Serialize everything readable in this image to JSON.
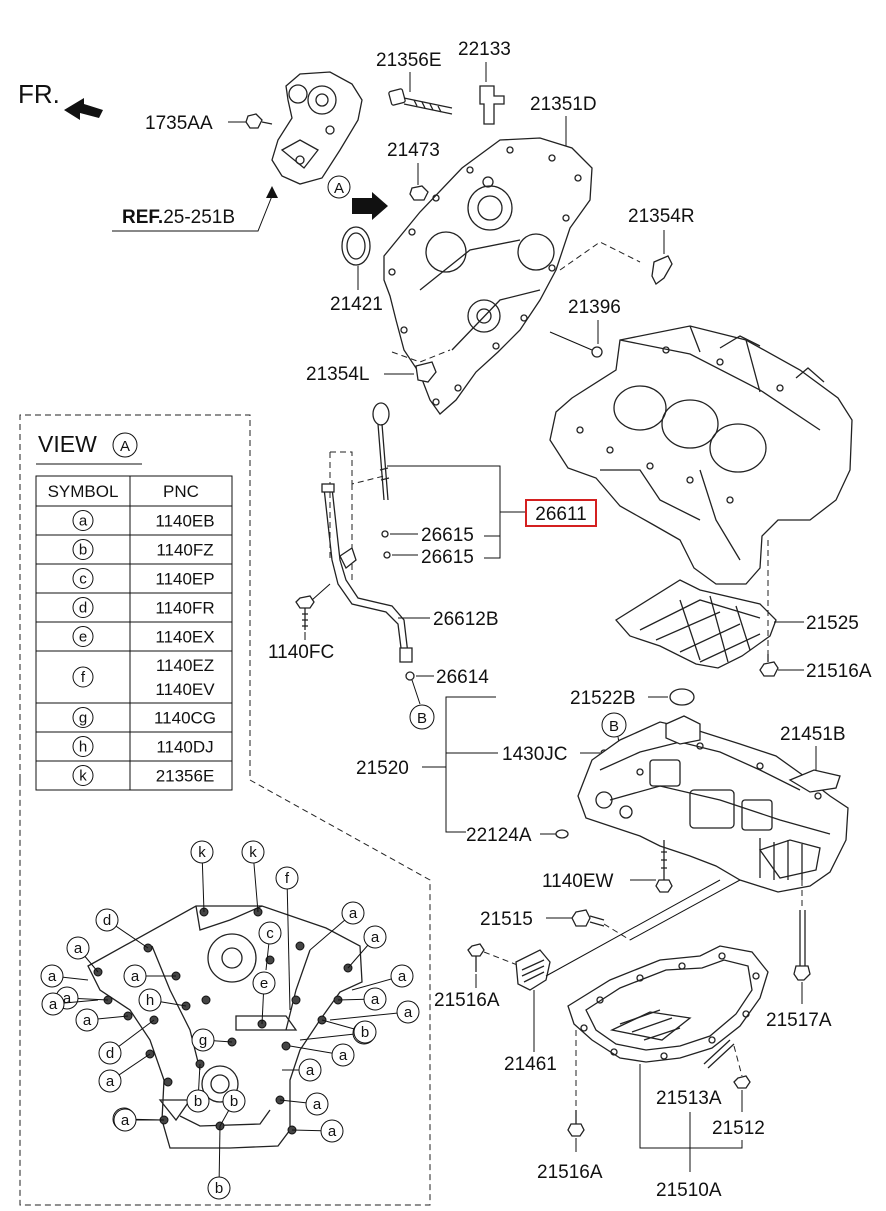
{
  "header": {
    "front_label": "FR.",
    "ref_prefix": "REF.",
    "ref_code": "25-251B",
    "view_marker": "A"
  },
  "labels": {
    "p21356E": "21356E",
    "p22133": "22133",
    "p21351D": "21351D",
    "p1735AA": "1735AA",
    "p21473": "21473",
    "p21354R": "21354R",
    "p21421": "21421",
    "p21396": "21396",
    "p21354L": "21354L",
    "p26611": "26611",
    "p26615a": "26615",
    "p26615b": "26615",
    "p26612B": "26612B",
    "p1140FC": "1140FC",
    "p26614": "26614",
    "p21525": "21525",
    "p21516A_top": "21516A",
    "p21522B": "21522B",
    "p1430JC": "1430JC",
    "p21520": "21520",
    "p21451B": "21451B",
    "p22124A": "22124A",
    "p1140EW": "1140EW",
    "p21515": "21515",
    "p21516A_mid": "21516A",
    "p21461": "21461",
    "p21517A": "21517A",
    "p21513A": "21513A",
    "p21512": "21512",
    "p21516A_bot": "21516A",
    "p21510A": "21510A",
    "b_marker_1": "B",
    "b_marker_2": "B"
  },
  "view_table": {
    "title": "VIEW",
    "title_marker": "A",
    "headers": [
      "SYMBOL",
      "PNC"
    ],
    "rows": [
      {
        "symbol": "a",
        "pnc": [
          "1140EB"
        ]
      },
      {
        "symbol": "b",
        "pnc": [
          "1140FZ"
        ]
      },
      {
        "symbol": "c",
        "pnc": [
          "1140EP"
        ]
      },
      {
        "symbol": "d",
        "pnc": [
          "1140FR"
        ]
      },
      {
        "symbol": "e",
        "pnc": [
          "1140EX"
        ]
      },
      {
        "symbol": "f",
        "pnc": [
          "1140EZ",
          "1140EV"
        ]
      },
      {
        "symbol": "g",
        "pnc": [
          "1140CG"
        ]
      },
      {
        "symbol": "h",
        "pnc": [
          "1140DJ"
        ]
      },
      {
        "symbol": "k",
        "pnc": [
          "21356E"
        ]
      }
    ]
  },
  "view_callouts": [
    "k",
    "k",
    "f",
    "d",
    "a",
    "a",
    "c",
    "a",
    "a",
    "a",
    "a",
    "a",
    "a",
    "e",
    "a",
    "a",
    "h",
    "a",
    "a",
    "a",
    "b",
    "g",
    "d",
    "a",
    "a",
    "a",
    "b",
    "a",
    "b",
    "a",
    "a",
    "b"
  ],
  "colors": {
    "highlight_box": "#d42020",
    "line": "#111111"
  }
}
